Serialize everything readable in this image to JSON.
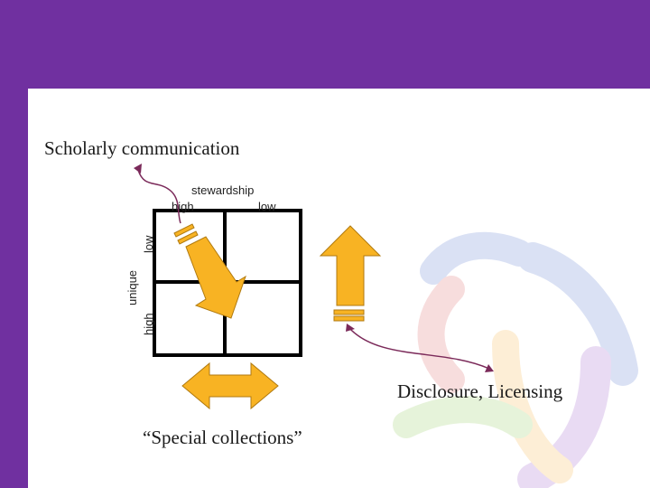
{
  "slide": {
    "background_color": "#7030a0",
    "panel_color": "#ffffff",
    "accent_arrow_color": "#f8b323",
    "connector_color": "#7b2a5a"
  },
  "diagram": {
    "top_label": "Scholarly communication",
    "axis_x_title": "stewardship",
    "axis_x_high": "high",
    "axis_x_low": "low",
    "axis_y_title": "unique",
    "axis_y_low": "low",
    "axis_y_high": "high",
    "right_label": "Disclosure, Licensing",
    "bottom_label": "“Special collections”"
  }
}
